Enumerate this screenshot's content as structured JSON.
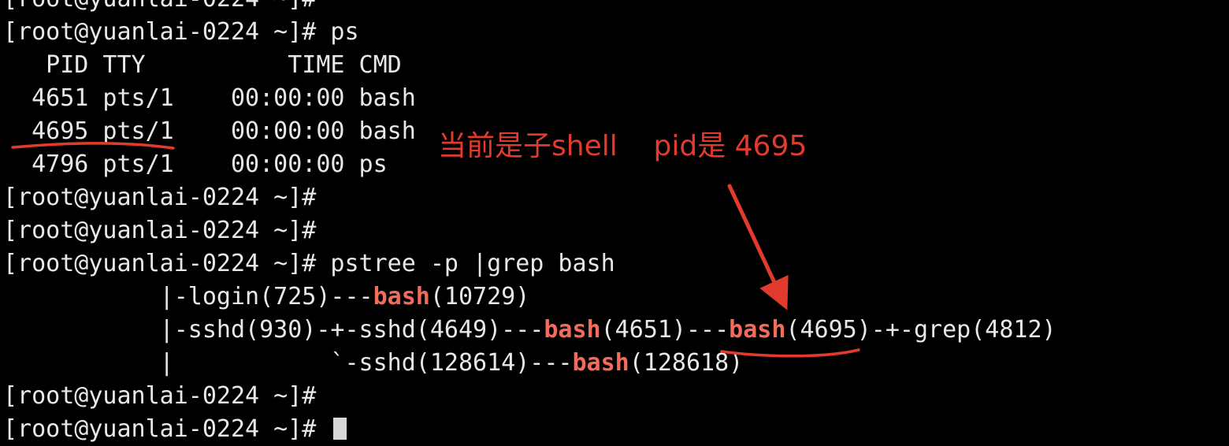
{
  "terminal": {
    "lines": [
      {
        "segments": [
          {
            "text": "[root@yuanlai-0224 ~]#"
          }
        ]
      },
      {
        "segments": [
          {
            "text": "[root@yuanlai-0224 ~]# ps"
          }
        ]
      },
      {
        "segments": [
          {
            "text": "   PID TTY          TIME CMD"
          }
        ]
      },
      {
        "segments": [
          {
            "text": "  4651 pts/1    00:00:00 bash"
          }
        ]
      },
      {
        "segments": [
          {
            "text": "  4695 pts/1    00:00:00 bash"
          }
        ]
      },
      {
        "segments": [
          {
            "text": "  4796 pts/1    00:00:00 ps"
          }
        ]
      },
      {
        "segments": [
          {
            "text": "[root@yuanlai-0224 ~]#"
          }
        ]
      },
      {
        "segments": [
          {
            "text": "[root@yuanlai-0224 ~]#"
          }
        ]
      },
      {
        "segments": [
          {
            "text": "[root@yuanlai-0224 ~]# pstree -p |grep bash"
          }
        ]
      },
      {
        "segments": [
          {
            "text": "           |-login(725)---"
          },
          {
            "text": "bash",
            "hl": true
          },
          {
            "text": "(10729)"
          }
        ]
      },
      {
        "segments": [
          {
            "text": "           |-sshd(930)-+-sshd(4649)---"
          },
          {
            "text": "bash",
            "hl": true
          },
          {
            "text": "(4651)---"
          },
          {
            "text": "bash",
            "hl": true
          },
          {
            "text": "(4695)-+-grep(4812)"
          }
        ]
      },
      {
        "segments": [
          {
            "text": "           |           `-sshd(128614)---"
          },
          {
            "text": "bash",
            "hl": true
          },
          {
            "text": "(128618)"
          }
        ]
      },
      {
        "segments": [
          {
            "text": "[root@yuanlai-0224 ~]#"
          }
        ]
      },
      {
        "segments": [
          {
            "text": "[root@yuanlai-0224 ~]# "
          }
        ],
        "cursor": true
      }
    ],
    "colors": {
      "background": "#000000",
      "text": "#e8e8e8",
      "highlight": "#f26b5b",
      "annotation": "#e23b2e"
    }
  },
  "annotation": {
    "text": "当前是子shell    pid是 4695"
  }
}
